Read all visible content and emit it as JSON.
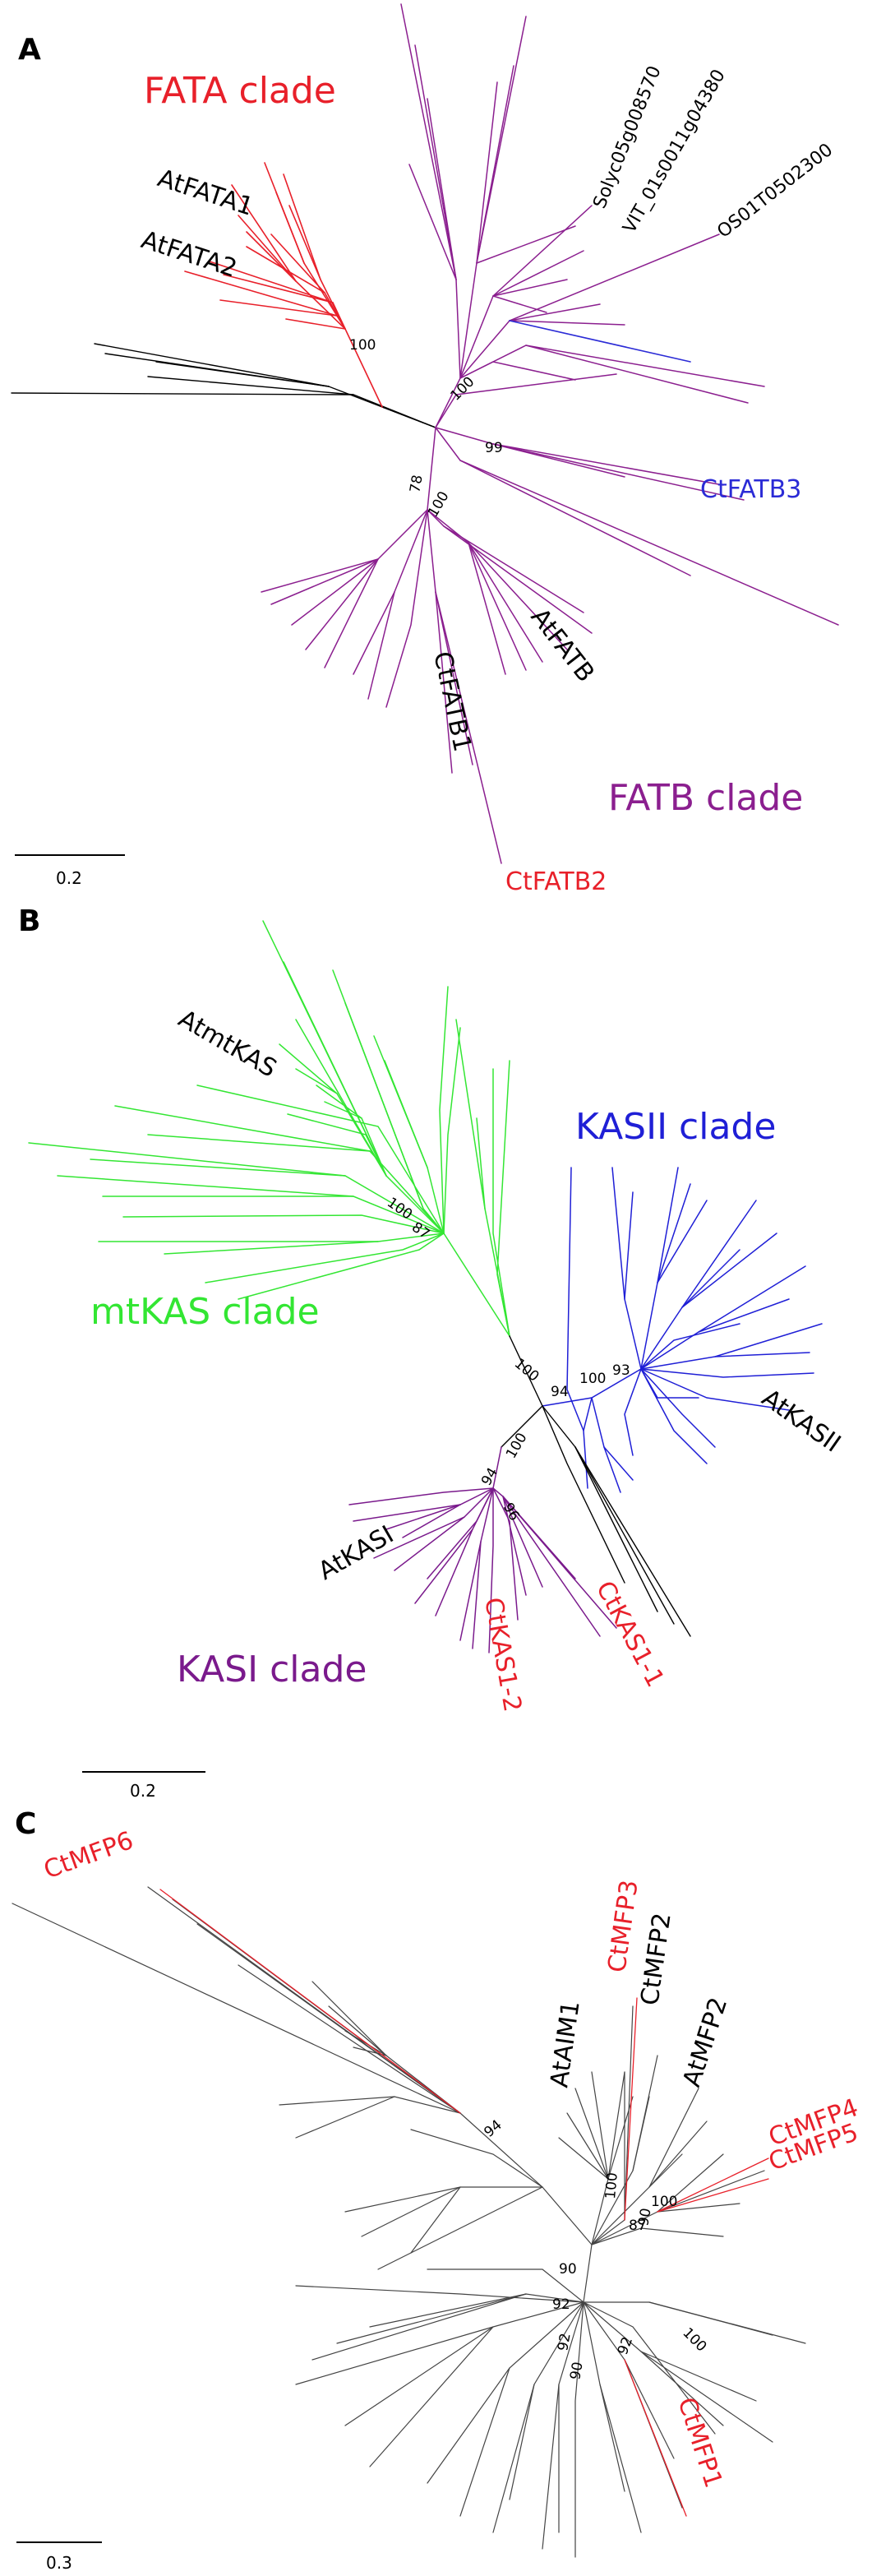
{
  "colors": {
    "fata": "#e8202a",
    "fatb": "#8b1f8f",
    "ctfatb3": "#2b2bd6",
    "mtkas": "#33e633",
    "kasii": "#1f1fd6",
    "kasi": "#7a1a8c",
    "ctred": "#e8202a",
    "neutral": "#000000",
    "grey": "#555555"
  },
  "panels": [
    {
      "letter": "A",
      "clades": [
        "FATA clade",
        "FATB clade"
      ],
      "leaves": [
        "AtFATA1",
        "AtFATA2",
        "Solyc05g008570",
        "VIT_01s0011g04380",
        "OS01T0502300",
        "CtFATB3",
        "AtFATB",
        "CtFATB1",
        "CtFATB2"
      ],
      "bootstrap": [
        "100",
        "100",
        "99",
        "78",
        "100"
      ],
      "scale": "0.2"
    },
    {
      "letter": "B",
      "clades": [
        "KASII clade",
        "mtKAS clade",
        "KASI clade"
      ],
      "leaves": [
        "AtmtKAS",
        "AtKASII",
        "AtKASI",
        "CtKAS1-2",
        "CtKAS1-1"
      ],
      "bootstrap": [
        "100",
        "87",
        "100",
        "94",
        "100",
        "93",
        "100",
        "94",
        "96"
      ],
      "scale": "0.2"
    },
    {
      "letter": "C",
      "clades": [],
      "leaves": [
        "CtMFP6",
        "AtAIM1",
        "CtMFP3",
        "CtMFP2",
        "AtMFP2",
        "CtMFP4",
        "CtMFP5",
        "CtMFP1"
      ],
      "bootstrap": [
        "94",
        "100",
        "87",
        "90",
        "100",
        "90",
        "92",
        "92",
        "90",
        "92",
        "100"
      ],
      "scale": "0.3"
    }
  ]
}
